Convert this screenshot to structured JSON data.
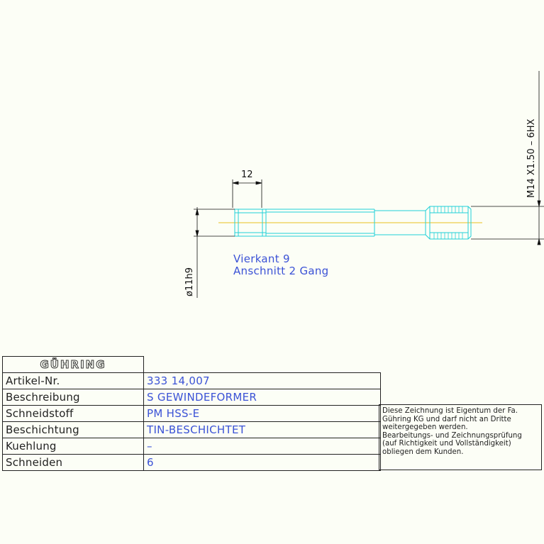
{
  "drawing": {
    "dim_length": "12",
    "dim_thread": "M14  X1.50  –  6HX",
    "dim_shank": "ø11h9",
    "note_line1": "Vierkant 9",
    "note_line2": "Anschnitt 2 Gang",
    "colors": {
      "outline": "#20d0d8",
      "centerline": "#e8c020",
      "dimension": "#111111",
      "annotation": "#3b52d6"
    }
  },
  "title_block": {
    "logo": "GÜHRING",
    "rows": [
      {
        "label": "Artikel-Nr.",
        "value": "333 14,007"
      },
      {
        "label": "Beschreibung",
        "value": "S GEWINDEFORMER"
      },
      {
        "label": "Schneidstoff",
        "value": "PM HSS-E"
      },
      {
        "label": "Beschichtung",
        "value": "TIN-BESCHICHTET"
      },
      {
        "label": "Kuehlung",
        "value": "–"
      },
      {
        "label": "Schneiden",
        "value": "6"
      }
    ]
  },
  "disclaimer": {
    "lines": [
      "Diese Zeichnung ist Eigentum der Fa.",
      "Gühring KG und darf nicht an Dritte",
      "weitergegeben werden.",
      "Bearbeitungs- und Zeichnungsprüfung",
      "(auf Richtigkeit und Vollständigkeit)",
      "obliegen dem Kunden."
    ]
  }
}
